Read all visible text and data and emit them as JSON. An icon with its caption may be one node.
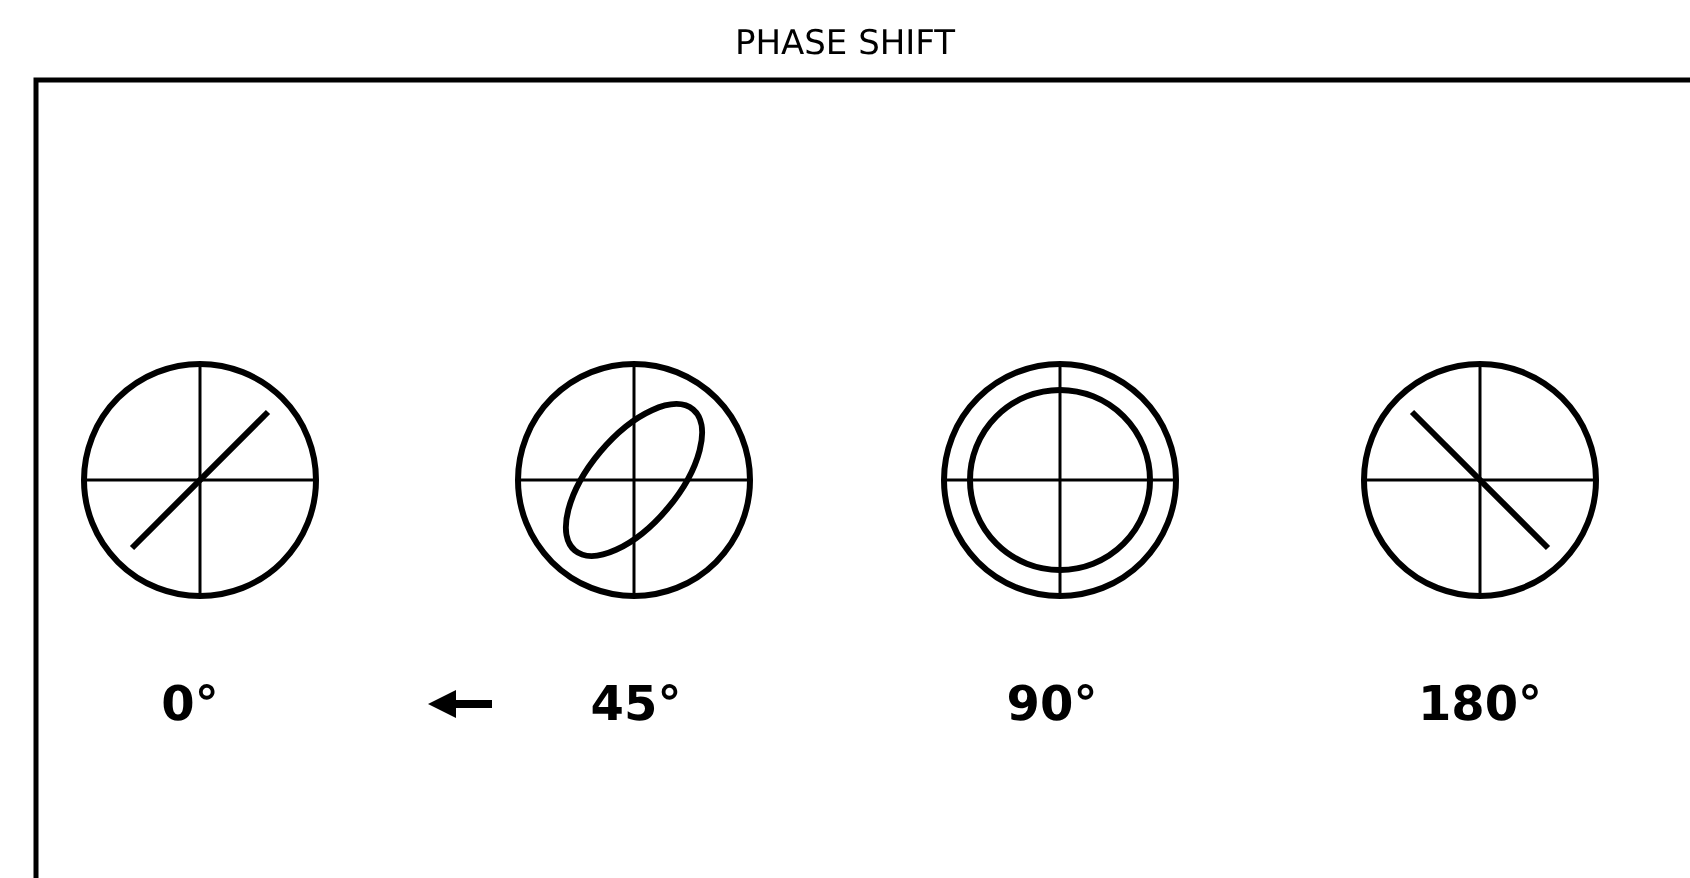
{
  "diagram": {
    "title": "PHASE SHIFT",
    "labels": [
      "0°",
      "45°",
      "90°",
      "180°"
    ]
  }
}
